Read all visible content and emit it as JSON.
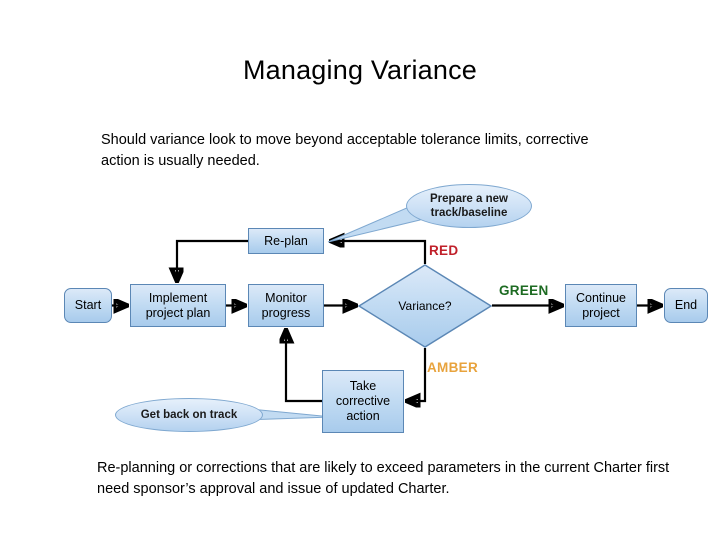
{
  "slide": {
    "title": "Managing Variance",
    "intro_paragraph": "Should variance look to move beyond acceptable tolerance limits, corrective action is usually needed.",
    "footer_paragraph": "Re-planning  or corrections that are likely to exceed parameters in the current Charter first need sponsor’s approval and issue of updated Charter."
  },
  "flow": {
    "nodes": {
      "start": "Start",
      "implement": "Implement project plan",
      "monitor": "Monitor progress",
      "replan": "Re-plan",
      "variance": "Variance?",
      "continue": "Continue project",
      "end": "End",
      "corrective": "Take corrective action"
    },
    "edge_labels": {
      "red": "RED",
      "green": "GREEN",
      "amber": "AMBER"
    },
    "callouts": {
      "prepare": "Prepare a new track/baseline",
      "getback": "Get back on track"
    }
  },
  "colors": {
    "node_fill_top": "#dce9f8",
    "node_fill_bottom": "#a8cbec",
    "node_border": "#5b87b5",
    "callout_border": "#7fa8d0",
    "red": "#c0202a",
    "green": "#1d6b22",
    "amber": "#e8a33d",
    "connector": "#000000",
    "background": "#ffffff"
  }
}
